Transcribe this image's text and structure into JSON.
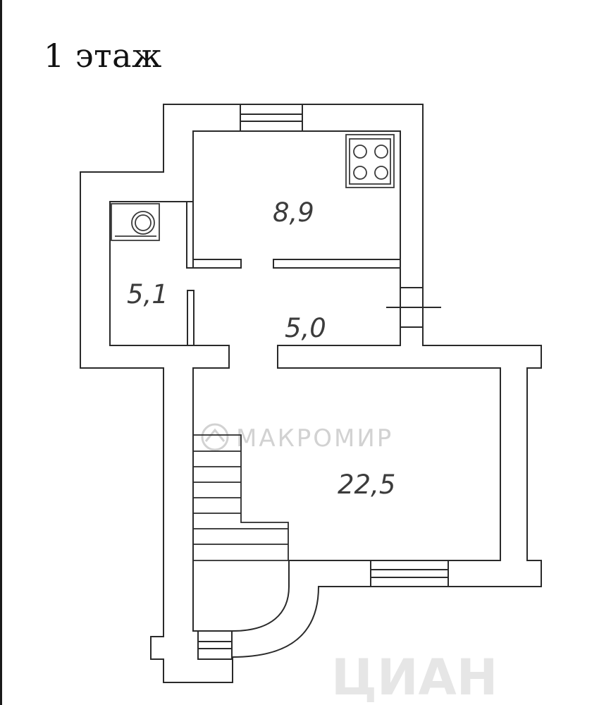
{
  "plan": {
    "title": "1 этаж",
    "rooms": {
      "kitchen_area": "8,9",
      "bath_area": "5,1",
      "hall_area": "5,0",
      "living_area": "22,5"
    },
    "watermark": "МАКРОМИР"
  }
}
